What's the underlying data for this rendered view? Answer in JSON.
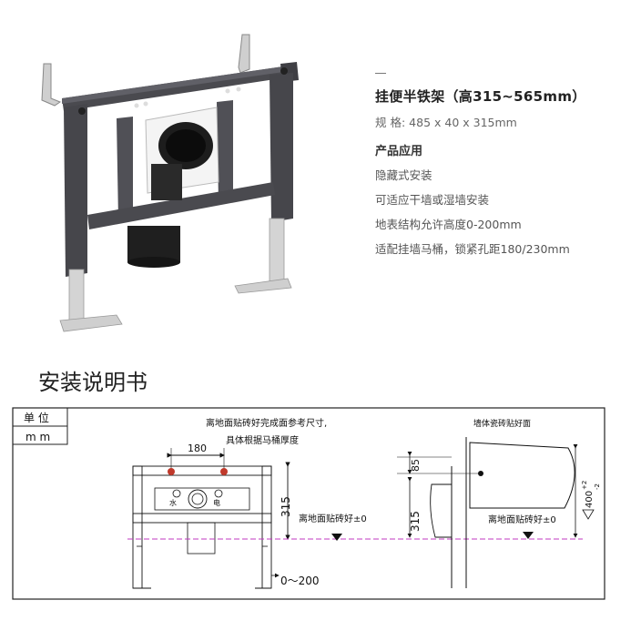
{
  "product": {
    "title": "挂便半铁架（高315~565mm）",
    "spec_label": "规 格:",
    "spec_value": "485 x 40 x 315mm",
    "application_heading": "产品应用",
    "application_lines": [
      "隐藏式安装",
      "可适应干墙或湿墙安装",
      "地表结构允许高度0-200mm",
      "适配挂墙马桶，锁紧孔距180/230mm"
    ]
  },
  "manual": {
    "title": "安装说明书"
  },
  "drawing": {
    "unit_label": "单 位",
    "unit_value": "m m",
    "note_line1": "离地面贴砖好完成面参考尺寸,",
    "note_line2": "具体根据马桶厚度",
    "dim_180": "180",
    "water_label": "水",
    "power_label": "电",
    "dim_315": "315",
    "floor_label": "离地面贴砖好±0",
    "dim_0_200": "0～200",
    "wall_label": "墙体瓷砖贴好面",
    "dim_85": "85",
    "dim_315_side": "315",
    "floor_label_side": "离地面贴砖好±0",
    "dim_400": "400",
    "dim_400_tol_up": "+2",
    "dim_400_tol_down": "-2"
  }
}
